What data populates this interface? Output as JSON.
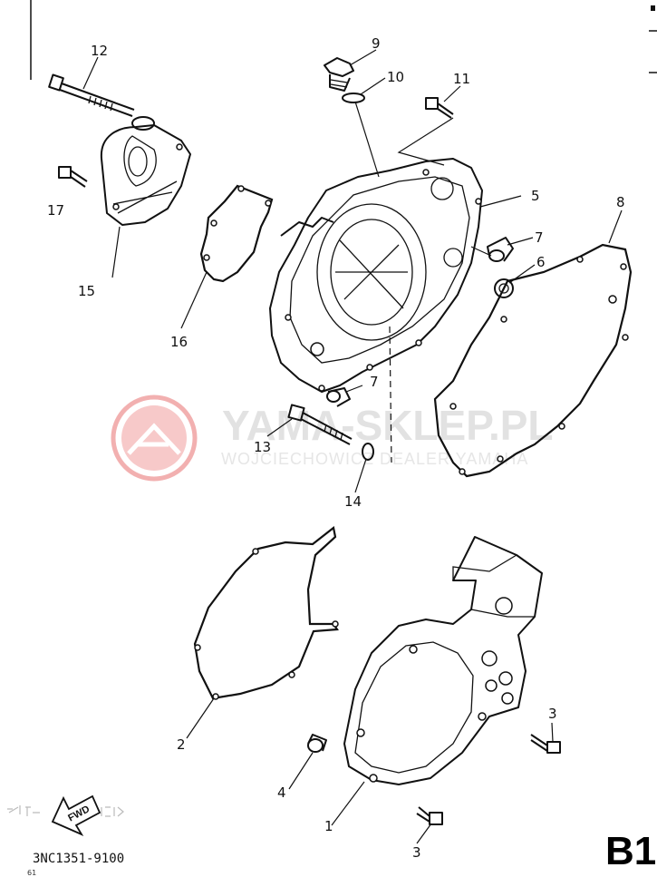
{
  "diagram": {
    "callouts": [
      {
        "id": "c12",
        "label": "12"
      },
      {
        "id": "c9",
        "label": "9"
      },
      {
        "id": "c10",
        "label": "10"
      },
      {
        "id": "c11",
        "label": "11"
      },
      {
        "id": "c17",
        "label": "17"
      },
      {
        "id": "c5",
        "label": "5"
      },
      {
        "id": "c8",
        "label": "8"
      },
      {
        "id": "c7a",
        "label": "7"
      },
      {
        "id": "c6",
        "label": "6"
      },
      {
        "id": "c15",
        "label": "15"
      },
      {
        "id": "c16",
        "label": "16"
      },
      {
        "id": "c7b",
        "label": "7"
      },
      {
        "id": "c13",
        "label": "13"
      },
      {
        "id": "c14",
        "label": "14"
      },
      {
        "id": "c3a",
        "label": "3"
      },
      {
        "id": "c2",
        "label": "2"
      },
      {
        "id": "c4",
        "label": "4"
      },
      {
        "id": "c1",
        "label": "1"
      },
      {
        "id": "c3b",
        "label": "3"
      }
    ],
    "watermark": {
      "main": "YAMA-SKLEP.PL",
      "sub": "WOJCIECHOWICZ DEALER YAMAHA"
    },
    "fwd_label": "FWD",
    "drawing_number": "3NC1351-9100",
    "section_code": "B1",
    "colors": {
      "line": "#111111",
      "watermark_logo": "#f0a0a0",
      "watermark_text": "#e2e2e2"
    }
  }
}
